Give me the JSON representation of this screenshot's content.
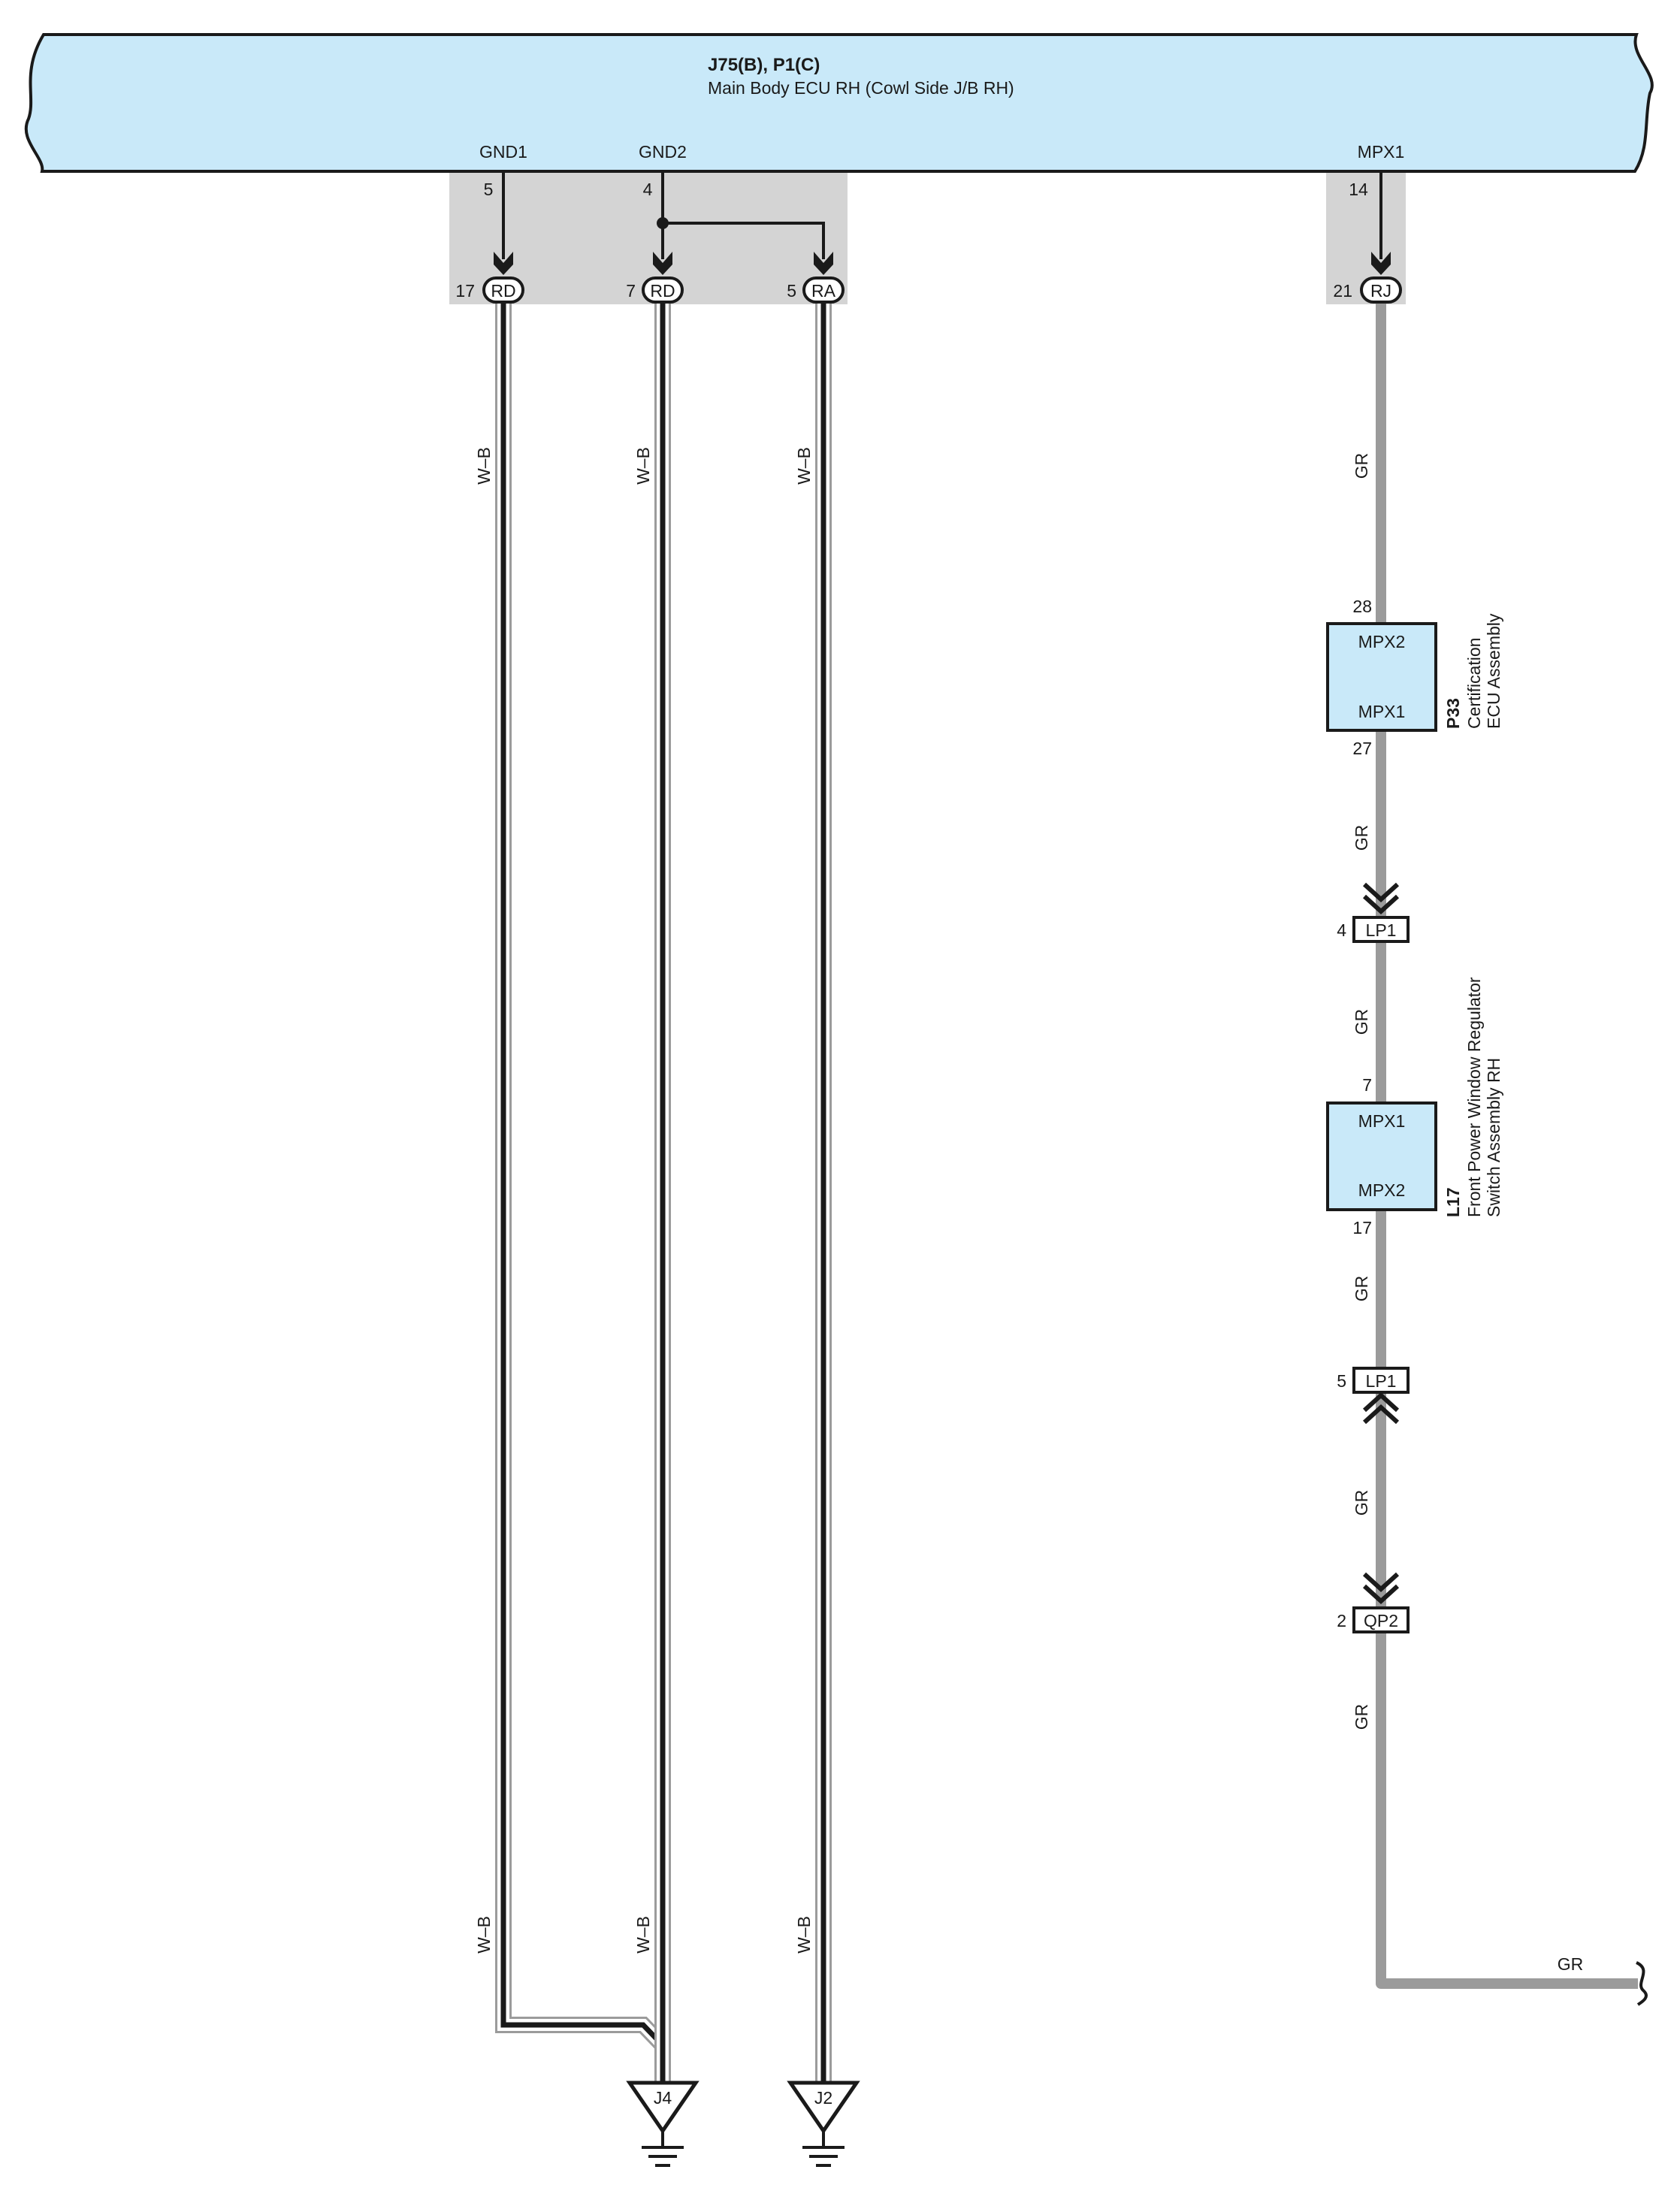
{
  "header": {
    "connector_ref": "J75(B), P1(C)",
    "name": "Main Body ECU RH (Cowl Side J/B RH)"
  },
  "ecu_terminals": {
    "gnd1": {
      "label": "GND1",
      "pin": "5"
    },
    "gnd2": {
      "label": "GND2",
      "pin": "4"
    },
    "mpx1": {
      "label": "MPX1",
      "pin": "14"
    }
  },
  "junction_connectors": [
    {
      "code": "RD",
      "pin": "17"
    },
    {
      "code": "RD",
      "pin": "7"
    },
    {
      "code": "RA",
      "pin": "5"
    },
    {
      "code": "RJ",
      "pin": "21"
    }
  ],
  "wire_colors": {
    "ground": "W–B",
    "signal": "GR"
  },
  "components": {
    "p33": {
      "code": "P33",
      "name_line1": "Certification",
      "name_line2": "ECU Assembly",
      "top_terminal": "MPX2",
      "top_pin": "28",
      "bottom_terminal": "MPX1",
      "bottom_pin": "27"
    },
    "l17": {
      "code": "L17",
      "name_line1": "Front Power Window Regulator",
      "name_line2": "Switch Assembly RH",
      "top_terminal": "MPX1",
      "top_pin": "7",
      "bottom_terminal": "MPX2",
      "bottom_pin": "17"
    }
  },
  "inline_connectors": [
    {
      "code": "LP1",
      "pin": "4"
    },
    {
      "code": "LP1",
      "pin": "5"
    },
    {
      "code": "QP2",
      "pin": "2"
    }
  ],
  "grounds": [
    {
      "code": "J4"
    },
    {
      "code": "J2"
    }
  ],
  "colors": {
    "ecu_fill": "#c9e9f9",
    "component_fill": "#c9e9f9",
    "shade_gray": "#d4d4d4",
    "signal_wire": "#9b9b9b",
    "line": "#1a1a1a"
  }
}
